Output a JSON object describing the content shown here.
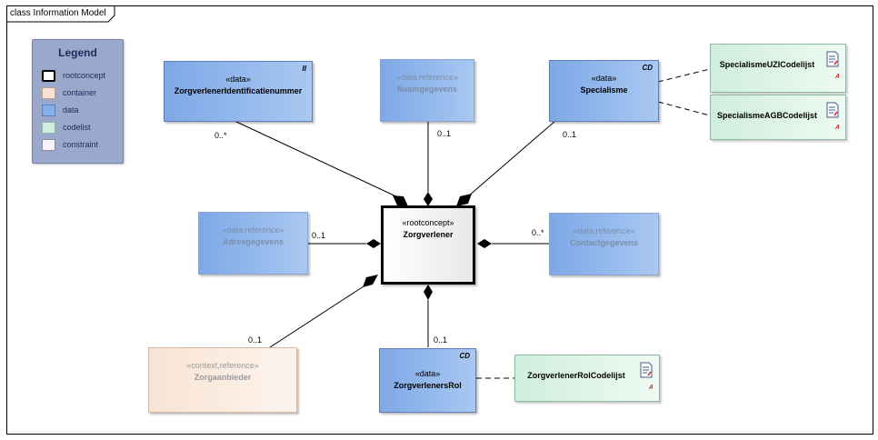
{
  "frame": {
    "title": "class Information Model"
  },
  "legend": {
    "title": "Legend",
    "items": [
      {
        "label": "rootconcept",
        "fill": "#ffffff",
        "border": "#000000"
      },
      {
        "label": "container",
        "fill": "#f8e3d3",
        "border": "#b8a090"
      },
      {
        "label": "data",
        "fill": "#86aee8",
        "border": "#5b7fb8"
      },
      {
        "label": "codelist",
        "fill": "#cfeedd",
        "border": "#8fb99f"
      },
      {
        "label": "constraint",
        "fill": "#f4f4fa",
        "border": "#8a8aa0"
      }
    ]
  },
  "nodes": {
    "identificatienummer": {
      "stereotype": "«data»",
      "name": "ZorgverlenerIdentificatienummer",
      "corner": "II"
    },
    "naamgegevens": {
      "stereotype": "«data,reference»",
      "name": "Naamgegevens"
    },
    "specialisme": {
      "stereotype": "«data»",
      "name": "Specialisme",
      "corner": "CD"
    },
    "adresgegevens": {
      "stereotype": "«data,reference»",
      "name": "Adresgegevens"
    },
    "zorgverlener": {
      "stereotype": "«rootconcept»",
      "name": "Zorgverlener"
    },
    "contactgegevens": {
      "stereotype": "«data,reference»",
      "name": "Contactgegevens"
    },
    "zorgaanbieder": {
      "stereotype": "«context,reference»",
      "name": "Zorgaanbieder"
    },
    "zorgverlenersrol": {
      "stereotype": "«data»",
      "name": "ZorgverlenersRol",
      "corner": "CD"
    }
  },
  "codelists": {
    "uzi": {
      "name": "SpecialismeUZICodelijst"
    },
    "agb": {
      "name": "SpecialismeAGBCodelijst"
    },
    "rol": {
      "name": "ZorgverlenerRolCodelijst"
    }
  },
  "multiplicities": {
    "identificatienummer": "0..*",
    "naamgegevens": "0..1",
    "specialisme": "0..1",
    "adresgegevens": "0..1",
    "contactgegevens": "0..*",
    "zorgaanbieder": "0..1",
    "zorgverlenersrol": "0..1"
  }
}
